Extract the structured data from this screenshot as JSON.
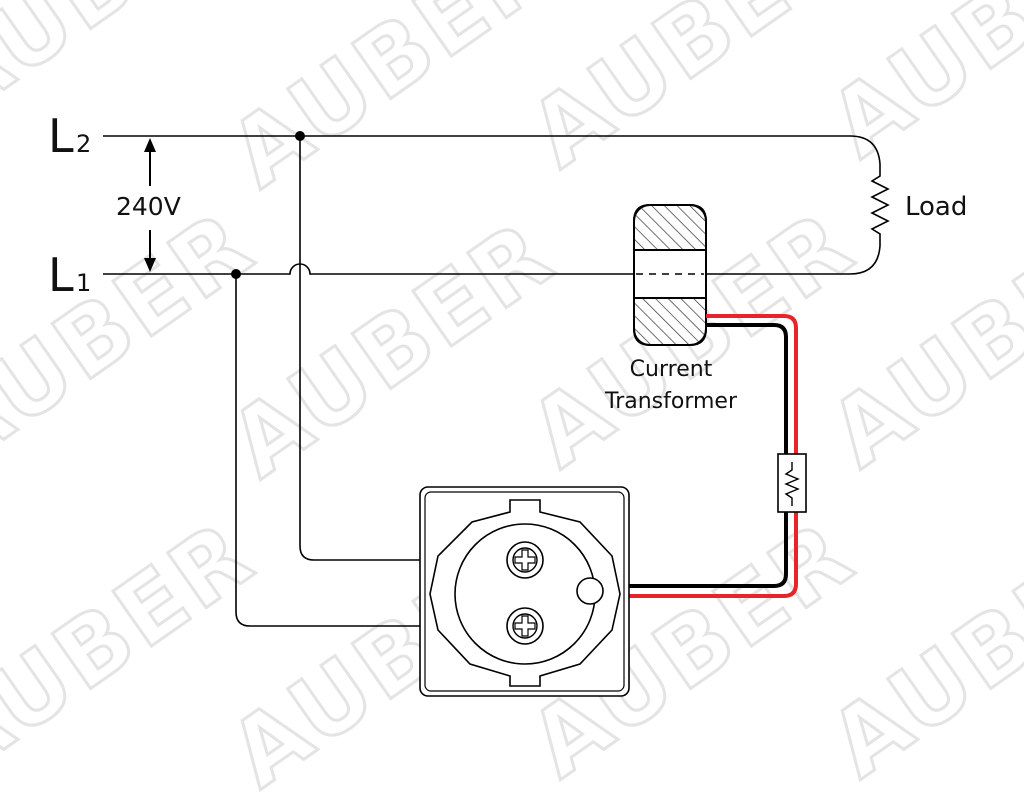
{
  "labels": {
    "l2_letter": "L",
    "l2_sub": "2",
    "l1_letter": "L",
    "l1_sub": "1",
    "voltage": "240V",
    "load": "Load",
    "ct_line1": "Current",
    "ct_line2": "Transformer"
  },
  "watermark": {
    "text": "AUBER"
  },
  "colors": {
    "wire": "#000000",
    "red_lead": "#e8242b",
    "black_lead": "#000000",
    "watermark": "#e4e4e4"
  }
}
